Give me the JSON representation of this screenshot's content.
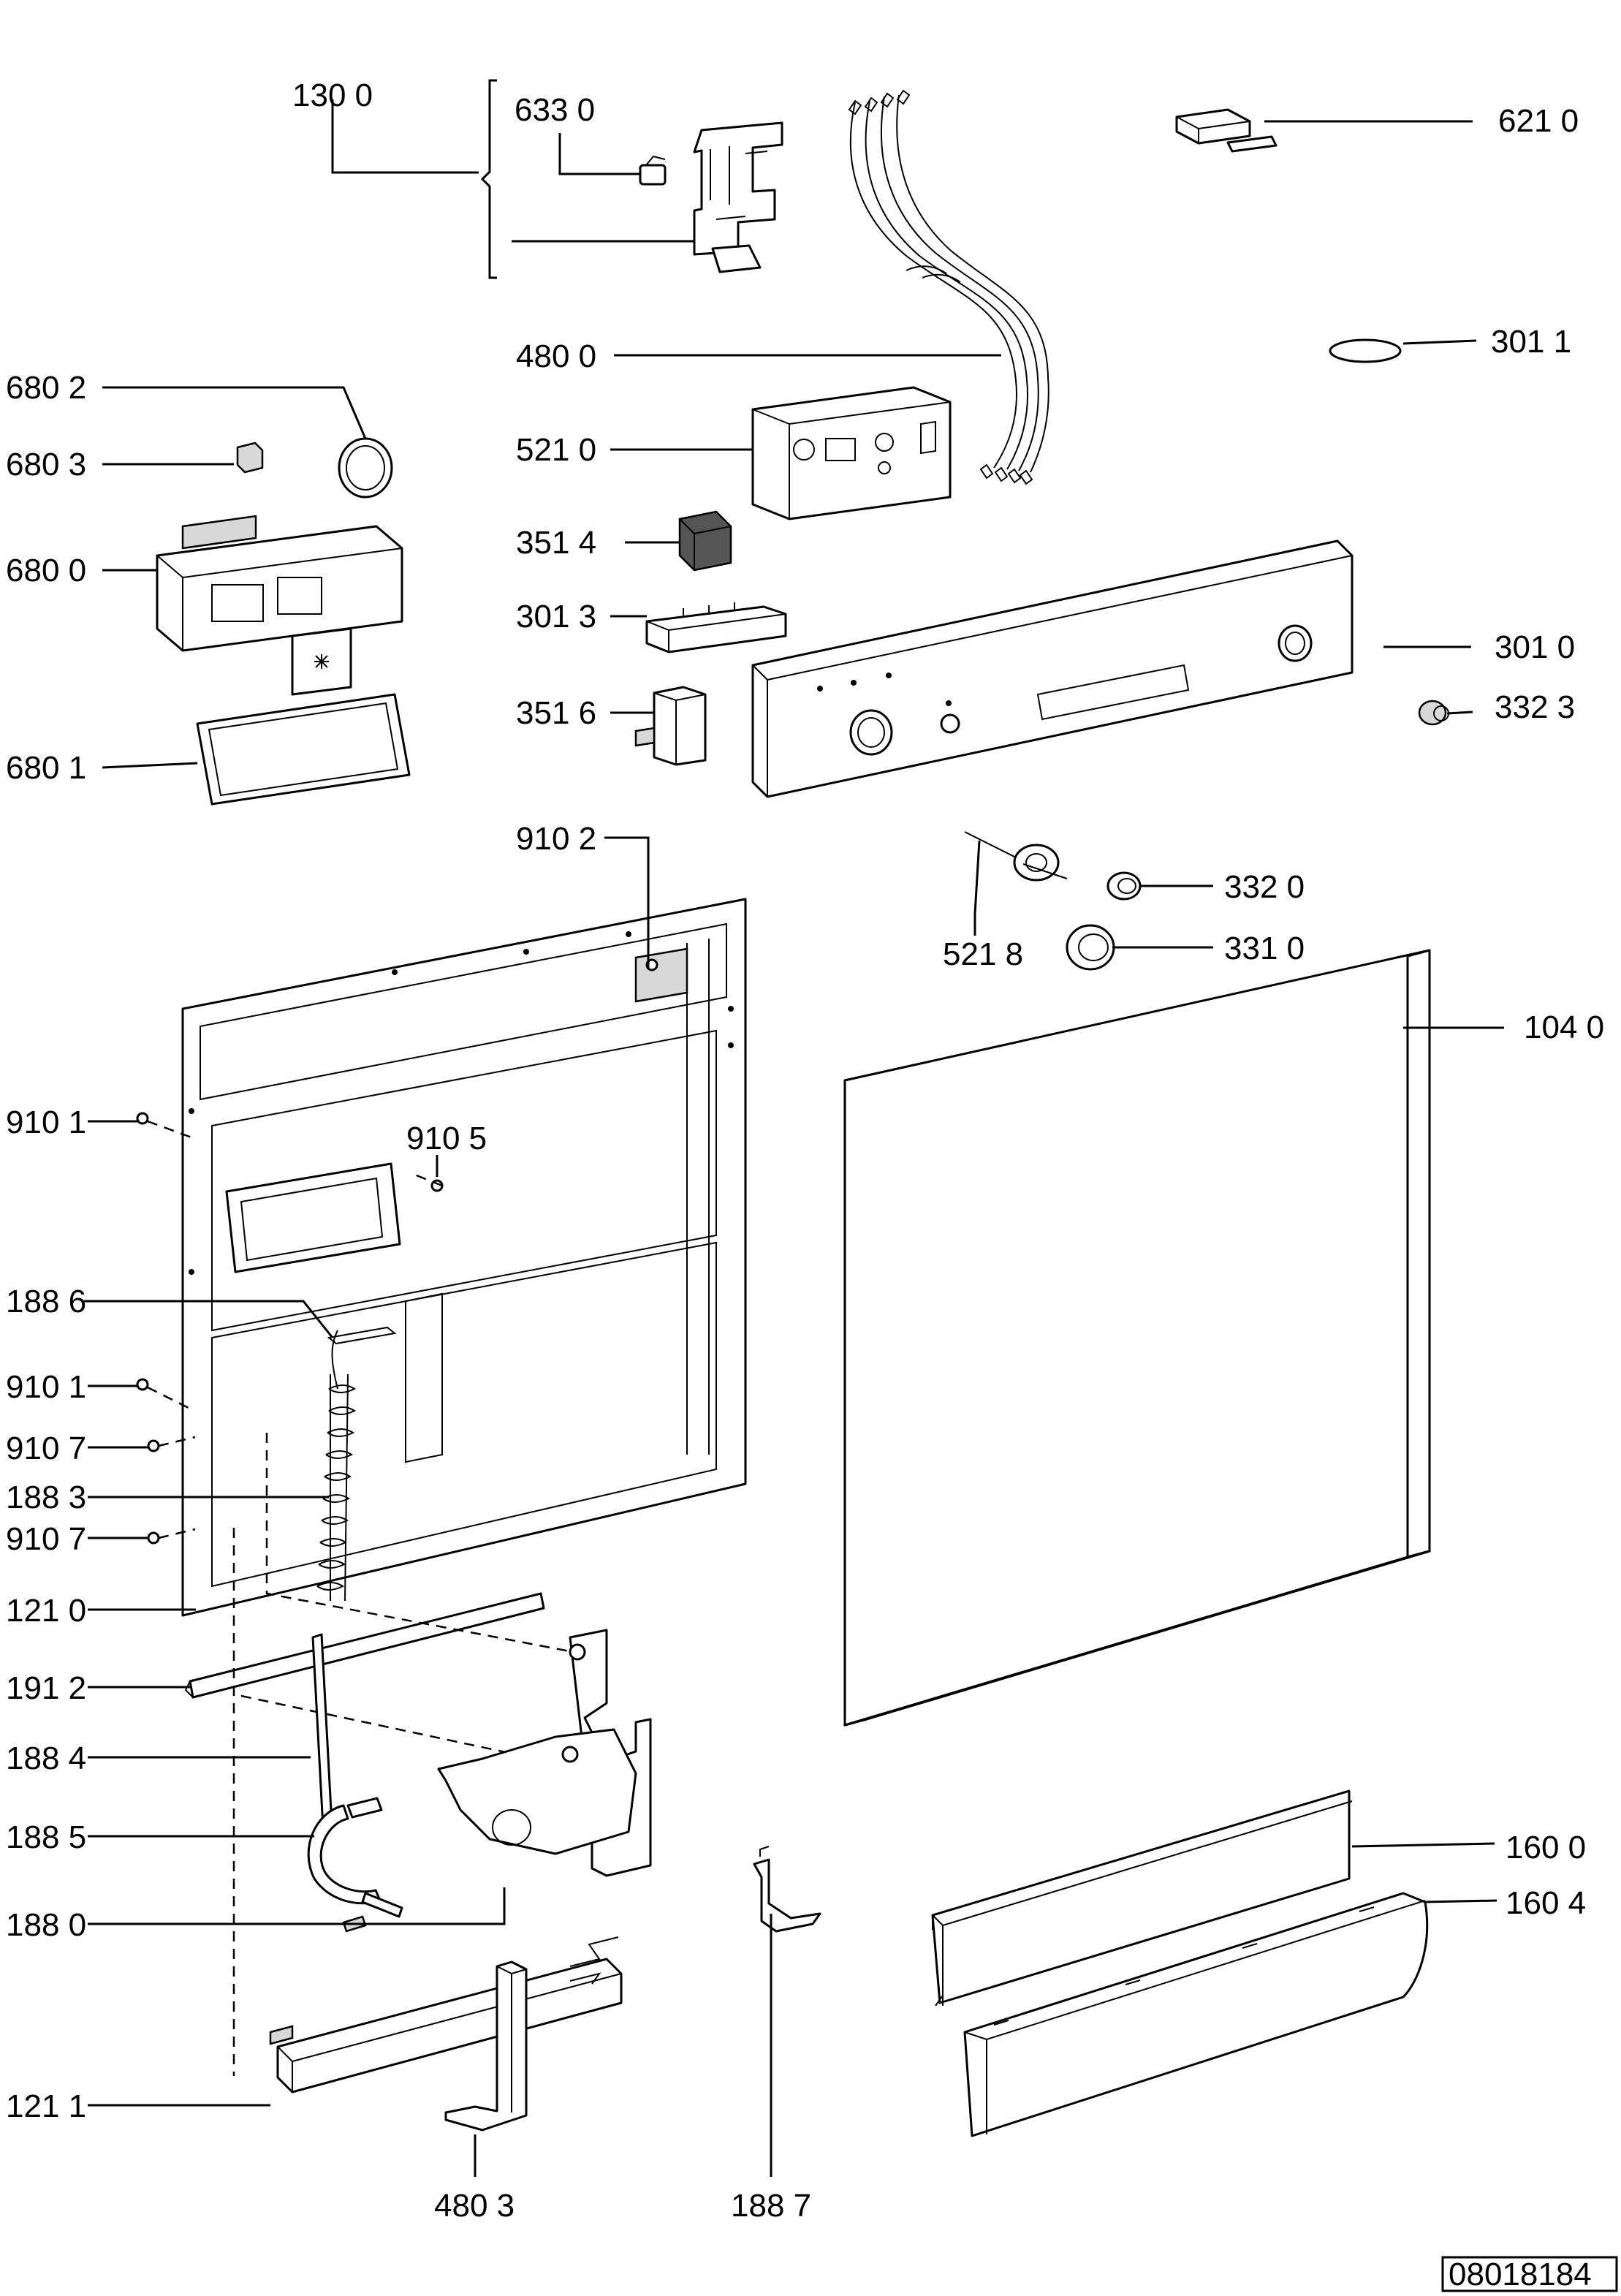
{
  "labels": {
    "l_1300": "130 0",
    "l_6330": "633 0",
    "l_6210": "621 0",
    "l_3011": "301 1",
    "l_4800": "480 0",
    "l_6802": "680 2",
    "l_6803": "680 3",
    "l_5210": "521 0",
    "l_3514": "351 4",
    "l_6800": "680 0",
    "l_3013": "301 3",
    "l_3010": "301 0",
    "l_3516": "351 6",
    "l_3323": "332 3",
    "l_6801": "680 1",
    "l_9102": "910 2",
    "l_3320": "332 0",
    "l_5218": "521 8",
    "l_3310": "331 0",
    "l_1040": "104 0",
    "l_9101a": "910 1",
    "l_9105": "910 5",
    "l_1886": "188 6",
    "l_9101b": "910 1",
    "l_9107a": "910 7",
    "l_1883": "188 3",
    "l_9107b": "910 7",
    "l_1210": "121 0",
    "l_1912": "191 2",
    "l_1884": "188 4",
    "l_1885": "188 5",
    "l_1880": "188 0",
    "l_1600": "160 0",
    "l_1604": "160 4",
    "l_1211": "121 1",
    "l_4803": "480 3",
    "l_1887": "188 7"
  },
  "doc_number": "08018184"
}
